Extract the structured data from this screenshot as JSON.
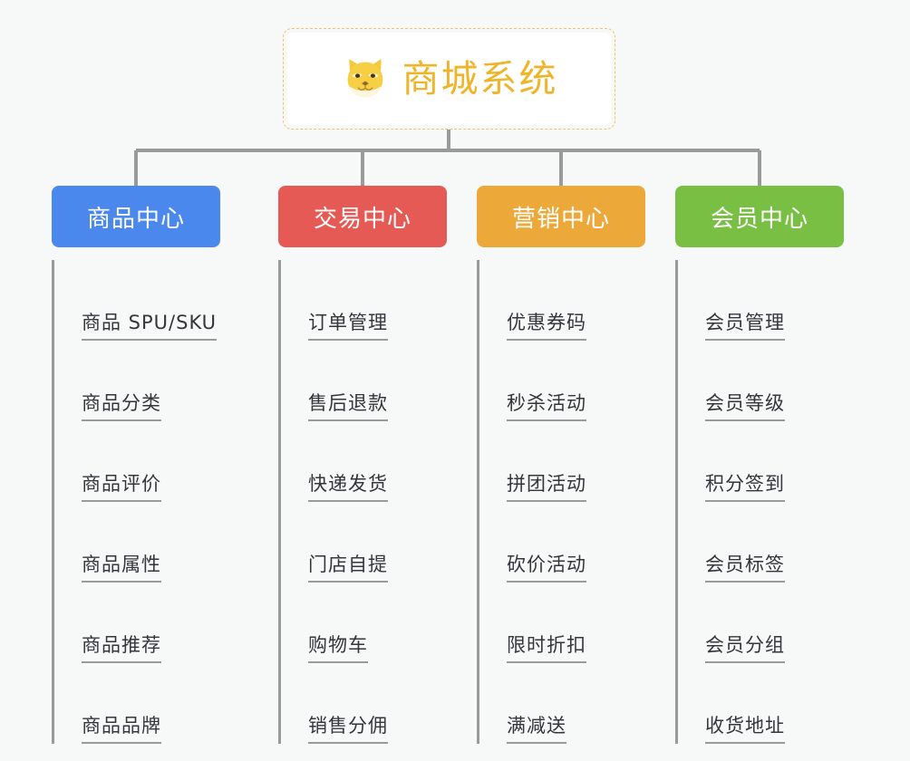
{
  "root": {
    "title": "商城系统",
    "icon": "shiba-dog-icon",
    "title_color": "#f0b429",
    "border_color": "#f2c266"
  },
  "colors": {
    "background": "#f7f8f8",
    "connector": "#9a9a9a",
    "leaf_text": "#33363b",
    "leaf_rule": "#9a9a9a"
  },
  "categories": [
    {
      "label": "商品中心",
      "color": "#4a88ee",
      "items": [
        {
          "label": "商品 SPU/SKU"
        },
        {
          "label": "商品分类"
        },
        {
          "label": "商品评价"
        },
        {
          "label": "商品属性"
        },
        {
          "label": "商品推荐"
        },
        {
          "label": "商品品牌"
        }
      ]
    },
    {
      "label": "交易中心",
      "color": "#e55a54",
      "items": [
        {
          "label": "订单管理"
        },
        {
          "label": "售后退款"
        },
        {
          "label": "快递发货"
        },
        {
          "label": "门店自提"
        },
        {
          "label": "购物车"
        },
        {
          "label": "销售分佣"
        }
      ]
    },
    {
      "label": "营销中心",
      "color": "#eca93a",
      "items": [
        {
          "label": "优惠券码"
        },
        {
          "label": "秒杀活动"
        },
        {
          "label": "拼团活动"
        },
        {
          "label": "砍价活动"
        },
        {
          "label": "限时折扣"
        },
        {
          "label": "满减送"
        }
      ]
    },
    {
      "label": "会员中心",
      "color": "#78bf43",
      "items": [
        {
          "label": "会员管理"
        },
        {
          "label": "会员等级"
        },
        {
          "label": "积分签到"
        },
        {
          "label": "会员标签"
        },
        {
          "label": "会员分组"
        },
        {
          "label": "收货地址"
        }
      ]
    }
  ]
}
